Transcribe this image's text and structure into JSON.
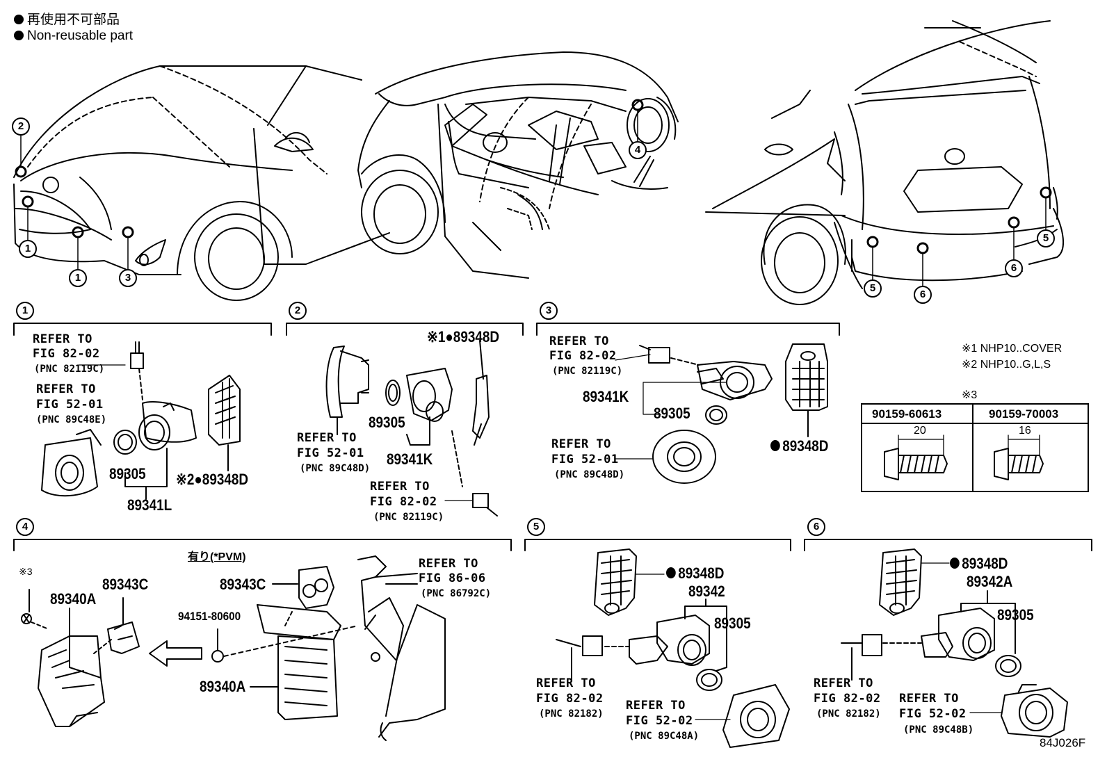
{
  "legend": {
    "japanese": "再使用不可部品",
    "english": "Non-reusable part"
  },
  "notes": {
    "note1": "※1 NHP10..COVER",
    "note2": "※2 NHP10..G,L,S",
    "note3": "※3"
  },
  "bolt_table": {
    "col1": "90159-60613",
    "col2": "90159-70003",
    "dim1": "20",
    "dim2": "16"
  },
  "section_markers": [
    "1",
    "2",
    "3",
    "4",
    "5",
    "6"
  ],
  "section1": {
    "ref_a": {
      "line1": "REFER TO",
      "line2": "FIG 82-02",
      "pnc": "(PNC 82119C)"
    },
    "ref_b": {
      "line1": "REFER TO",
      "line2": "FIG 52-01",
      "pnc": "(PNC 89C48E)"
    },
    "parts": {
      "washer": "89305",
      "sensor": "89341L",
      "bracket": "※2●89348D"
    }
  },
  "section2": {
    "ref_a": {
      "line1": "REFER TO",
      "line2": "FIG 52-01",
      "pnc": "(PNC 89C48D)"
    },
    "ref_b": {
      "line1": "REFER TO",
      "line2": "FIG 82-02",
      "pnc": "(PNC 82119C)"
    },
    "parts": {
      "washer": "89305",
      "sensor": "89341K",
      "clip": "※1●89348D"
    }
  },
  "section3": {
    "ref_a": {
      "line1": "REFER TO",
      "line2": "FIG 82-02",
      "pnc": "(PNC 82119C)"
    },
    "ref_b": {
      "line1": "REFER TO",
      "line2": "FIG 52-01",
      "pnc": "(PNC 89C48D)"
    },
    "parts": {
      "sensor": "89341K",
      "washer": "89305",
      "bracket": "89348D"
    }
  },
  "section4": {
    "pvm_label": "有り(*PVM)",
    "note_ref": "※3",
    "ref_a": {
      "line1": "REFER TO",
      "line2": "FIG 86-06",
      "pnc": "(PNC 86792C)"
    },
    "parts": {
      "ecu_left": "89340A",
      "connector_left": "89343C",
      "connector_right": "89343C",
      "bolt": "94151-80600",
      "ecu_right": "89340A"
    }
  },
  "section5": {
    "ref_a": {
      "line1": "REFER TO",
      "line2": "FIG 82-02",
      "pnc": "(PNC 82182)"
    },
    "ref_b": {
      "line1": "REFER TO",
      "line2": "FIG 52-02",
      "pnc": "(PNC 89C48A)"
    },
    "parts": {
      "bracket": "89348D",
      "sensor": "89342",
      "washer": "89305"
    }
  },
  "section6": {
    "ref_a": {
      "line1": "REFER TO",
      "line2": "FIG 82-02",
      "pnc": "(PNC 82182)"
    },
    "ref_b": {
      "line1": "REFER TO",
      "line2": "FIG 52-02",
      "pnc": "(PNC 89C48B)"
    },
    "parts": {
      "bracket": "89348D",
      "sensor": "89342A",
      "washer": "89305"
    }
  },
  "figure_code": "84J026F"
}
